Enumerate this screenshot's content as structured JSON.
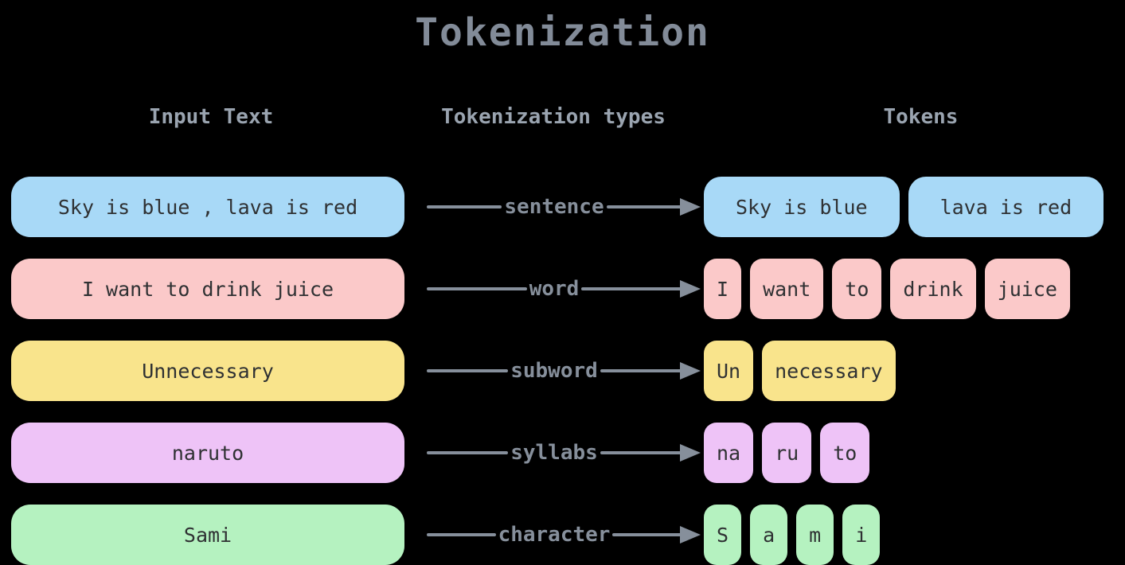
{
  "title": "Tokenization",
  "headers": {
    "input": "Input Text",
    "types": "Tokenization types",
    "tokens": "Tokens"
  },
  "rows": [
    {
      "input": "Sky is blue , lava is red",
      "type": "sentence",
      "color": "#a8d9f7",
      "tokens": [
        "Sky is blue",
        "lava is red"
      ]
    },
    {
      "input": "I want to drink juice",
      "type": "word",
      "color": "#fbc9c9",
      "tokens": [
        "I",
        "want",
        "to",
        "drink",
        "juice"
      ]
    },
    {
      "input": "Unnecessary",
      "type": "subword",
      "color": "#f9e48c",
      "tokens": [
        "Un",
        "necessary"
      ]
    },
    {
      "input": "naruto",
      "type": "syllabs",
      "color": "#eec3f7",
      "tokens": [
        "na",
        "ru",
        "to"
      ]
    },
    {
      "input": "Sami",
      "type": "character",
      "color": "#b5f2c0",
      "tokens": [
        "S",
        "a",
        "m",
        "i"
      ]
    }
  ],
  "colors": {
    "background": "#000000",
    "arrow": "#868f9b",
    "title_text": "#828b98",
    "header_text": "#9aa4b0",
    "box_text": "#2f3133",
    "sentence": "#a8d9f7",
    "word": "#fbc9c9",
    "subword": "#f9e48c",
    "syllabs": "#eec3f7",
    "character": "#b5f2c0"
  }
}
